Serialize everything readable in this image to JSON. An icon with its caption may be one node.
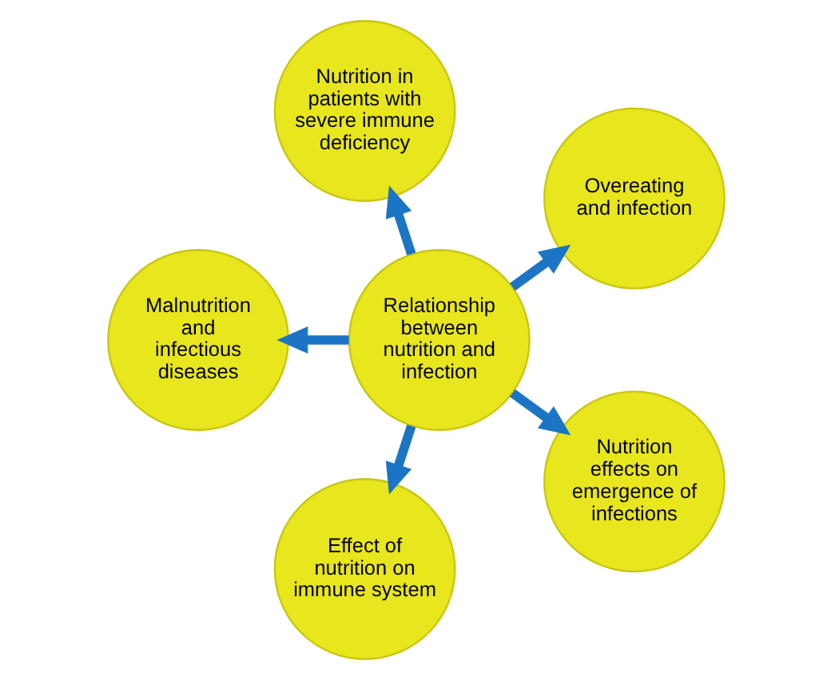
{
  "diagram": {
    "nodes": [
      {
        "text": [
          "Relationship between nutrition and infection"
        ]
      },
      {
        "text": [
          "Overeating and infection"
        ]
      },
      {
        "text": [
          "Nutrition in patients with severe immune deficiency"
        ]
      },
      {
        "text": [
          "Malnutrition and infectious diseases"
        ]
      },
      {
        "text": [
          "Effect of nutrition on immune system"
        ]
      },
      {
        "text": [
          "Nutrition effects on emergence of infections"
        ]
      }
    ],
    "edges": [
      {
        "from": 0,
        "to": 1,
        "arrow": "to"
      },
      {
        "from": 0,
        "to": 2,
        "arrow": "to"
      },
      {
        "from": 0,
        "to": 3,
        "arrow": "to"
      },
      {
        "from": 0,
        "to": 4,
        "arrow": "to"
      },
      {
        "from": 0,
        "to": 5,
        "arrow": "to"
      }
    ]
  }
}
